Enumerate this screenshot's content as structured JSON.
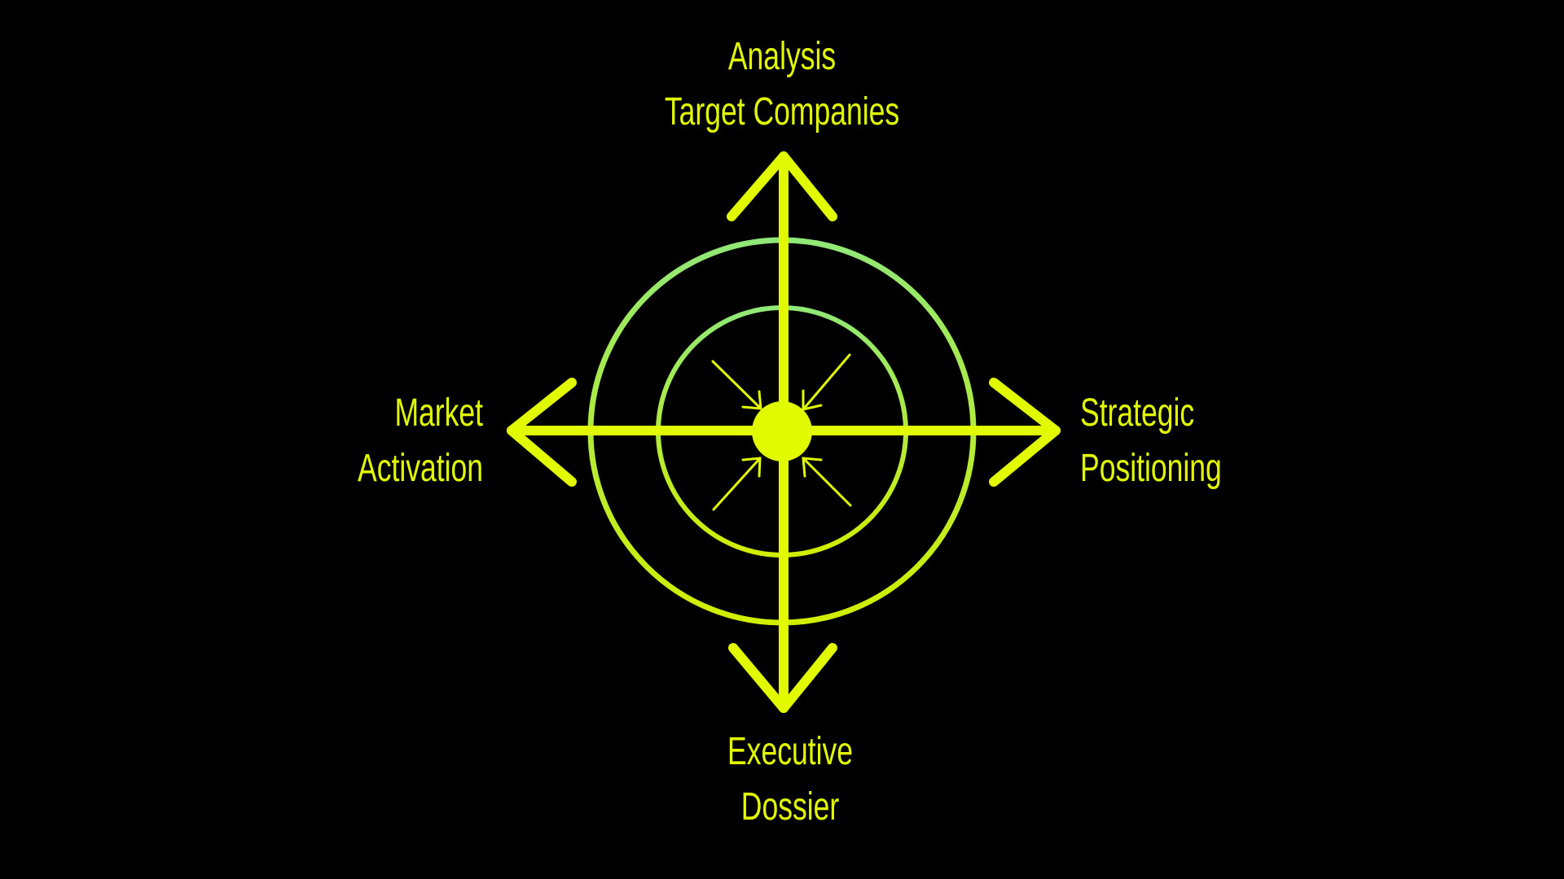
{
  "labels": {
    "top": [
      "Analysis",
      "Target Companies"
    ],
    "right": [
      "Strategic",
      "Positioning"
    ],
    "bottom": [
      "Executive",
      "Dossier"
    ],
    "left": [
      "Market",
      "Activation"
    ]
  },
  "colors": {
    "primary": "#e2fa00",
    "ring_top": "#90e878",
    "ring_bottom": "#d2ee00",
    "background": "#000000"
  }
}
